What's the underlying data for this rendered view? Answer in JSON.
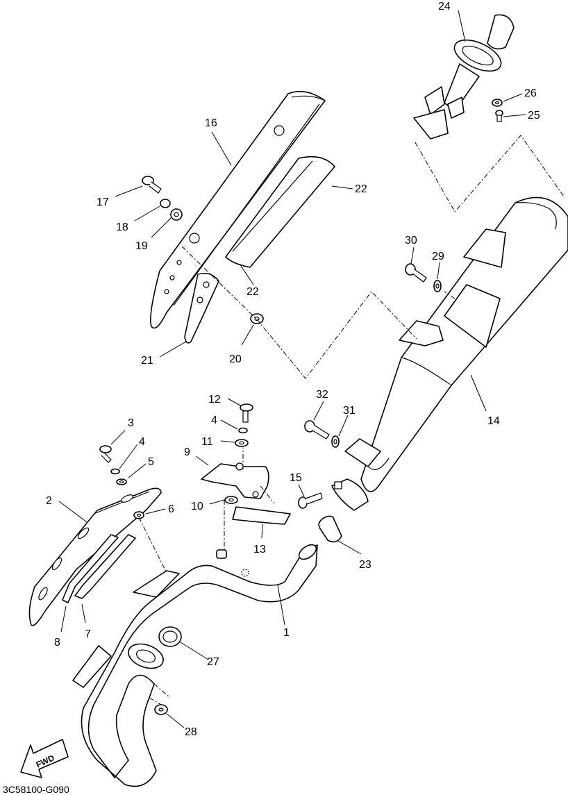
{
  "diagram_code": "3C58100-G090",
  "fwd_label": "FWD",
  "callouts": [
    "1",
    "2",
    "3",
    "4",
    "4",
    "5",
    "6",
    "7",
    "8",
    "9",
    "10",
    "11",
    "12",
    "13",
    "14",
    "15",
    "16",
    "17",
    "18",
    "19",
    "20",
    "21",
    "22",
    "22",
    "23",
    "24",
    "25",
    "26",
    "27",
    "28",
    "29",
    "30",
    "31",
    "32"
  ]
}
